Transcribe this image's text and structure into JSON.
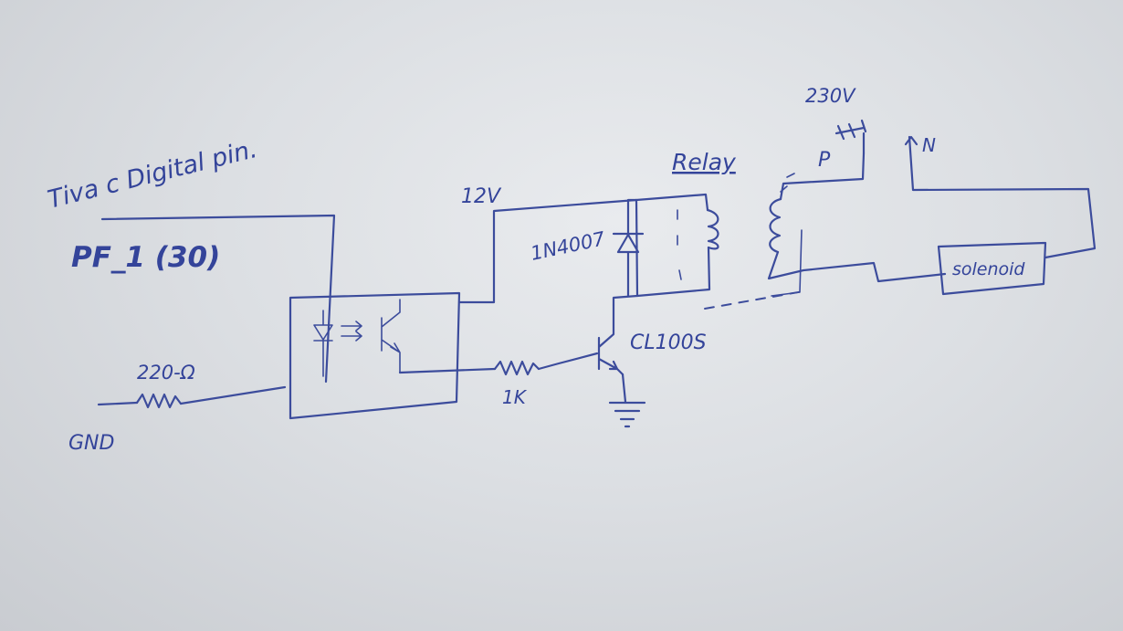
{
  "labels": {
    "tiva": "Tiva c Digital pin.",
    "pin": "PF_1 (30)",
    "resistor1": "220-Ω",
    "gnd": "GND",
    "v12": "12V",
    "diode": "1N4007",
    "relay": "Relay",
    "v230": "230V",
    "phase": "P",
    "neutral": "N",
    "resistor2": "1K",
    "transistor": "CL100S",
    "load": "solenoid"
  },
  "colors": {
    "ink": "#3c4c9c",
    "paper": "#e3e5e8"
  }
}
